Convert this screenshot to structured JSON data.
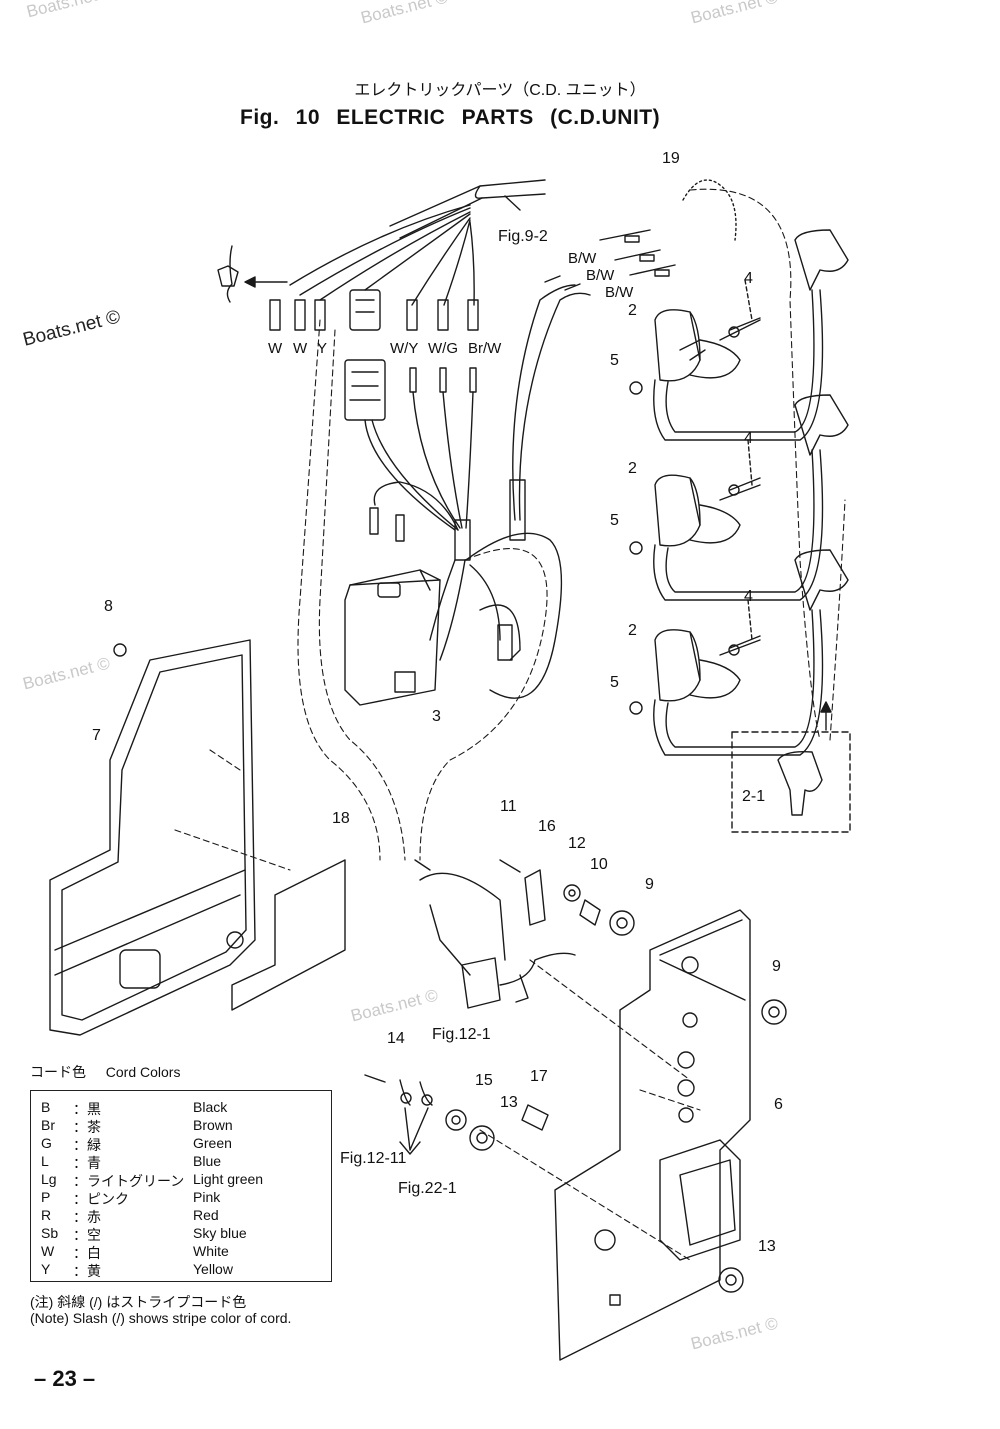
{
  "title": {
    "japanese": "エレクトリックパーツ（C.D. ユニット）",
    "english": "Fig. 10   ELECTRIC PARTS   (C.D.UNIT)"
  },
  "watermarks": [
    "Boats.net ©",
    "Boats.net",
    "Boats.net ©",
    "Boats.net ©",
    "Boats.net ©",
    "Boats.net ©",
    "Boats.net ©"
  ],
  "part_labels": [
    "19",
    "4",
    "2",
    "5",
    "4",
    "2",
    "5",
    "4",
    "2",
    "5",
    "2-1",
    "8",
    "7",
    "3",
    "18",
    "11",
    "16",
    "12",
    "10",
    "9",
    "9",
    "6",
    "14",
    "15",
    "13",
    "17",
    "13"
  ],
  "references": [
    "Fig.9-2",
    "Fig.12-1",
    "Fig.12-11",
    "Fig.22-1"
  ],
  "wire_labels": [
    "B/W",
    "B/W",
    "B/W",
    "W",
    "W",
    "Y",
    "W/Y",
    "W/G",
    "Br/W"
  ],
  "cord_colors": {
    "heading_jp": "コード色",
    "heading_en": "Cord Colors",
    "rows": [
      {
        "code": "B",
        "jp": "：黒",
        "name": "Black"
      },
      {
        "code": "Br",
        "jp": "：茶",
        "name": "Brown"
      },
      {
        "code": "G",
        "jp": "：緑",
        "name": "Green"
      },
      {
        "code": "L",
        "jp": "：青",
        "name": "Blue"
      },
      {
        "code": "Lg",
        "jp": "：ライトグリーン",
        "name": "Light green"
      },
      {
        "code": "P",
        "jp": "：ピンク",
        "name": "Pink"
      },
      {
        "code": "R",
        "jp": "：赤",
        "name": "Red"
      },
      {
        "code": "Sb",
        "jp": "：空",
        "name": "Sky blue"
      },
      {
        "code": "W",
        "jp": "：白",
        "name": "White"
      },
      {
        "code": "Y",
        "jp": "：黄",
        "name": "Yellow"
      }
    ],
    "note_jp": "(注) 斜線 (/) はストライプコード色",
    "note_en": "(Note)  Slash  (/)  shows stripe color of cord."
  },
  "page_number": "– 23 –"
}
